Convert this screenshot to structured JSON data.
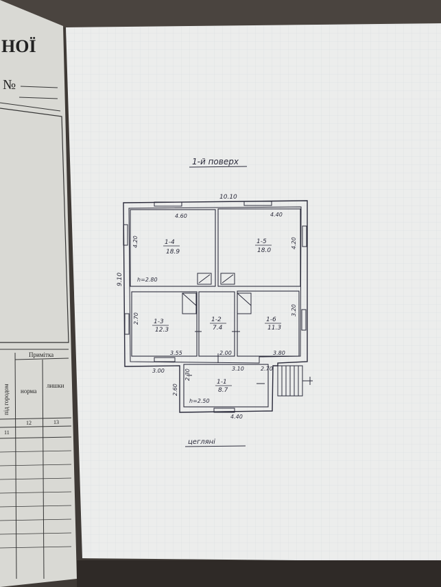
{
  "colors": {
    "table": "#3f3a36",
    "left_sheet": "#d9d9d4",
    "right_sheet": "#ecedec",
    "grid": "#d2d8dd",
    "ink": "#2a2a3a"
  },
  "left_form": {
    "title_fragment": "НОЇ",
    "number_label": "№",
    "col_group_header": "Примітка",
    "col_headers": [
      "під городом",
      "норма",
      "лишки"
    ],
    "col_numbers": [
      "11",
      "12",
      "13"
    ]
  },
  "plan": {
    "floor_title": "1-й поверх",
    "material_label": "цегляні",
    "overall_width": "10.10",
    "overall_depth": "9.10",
    "ceiling_height_main": "h=2.80",
    "ceiling_height_porch": "h=2.50",
    "rooms": [
      {
        "id": "1-4",
        "area": "18.9"
      },
      {
        "id": "1-5",
        "area": "18.0"
      },
      {
        "id": "1-3",
        "area": "12.3"
      },
      {
        "id": "1-2",
        "area": "7.4"
      },
      {
        "id": "1-6",
        "area": "11.3"
      },
      {
        "id": "1-1",
        "area": "8.7"
      }
    ],
    "dims": {
      "room14_width": "4.60",
      "room14_depth": "4.20",
      "room15_width": "4.40",
      "room15_depth": "4.20",
      "room13_depth": "2.70",
      "room13_width": "3.55",
      "room12_width": "2.00",
      "room16_depth": "3.20",
      "room16_width": "3.80",
      "left_offset": "3.00",
      "porch_left_depth": "2.30",
      "porch_wing_depth": "2.60",
      "porch_mid": "3.10",
      "porch_right": "2.70",
      "porch_width": "4.40"
    }
  }
}
